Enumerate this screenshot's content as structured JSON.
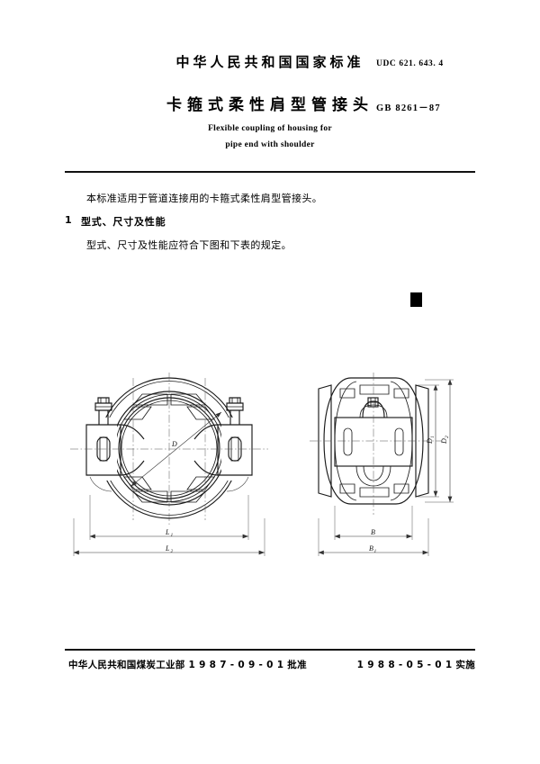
{
  "header": {
    "organization": "中华人民共和国国家标准",
    "title_cn": "卡箍式柔性肩型管接头",
    "udc": "UDC 621. 643. 4",
    "standard_code": "GB 8261－87",
    "subtitle_en_line1": "Flexible coupling of housing for",
    "subtitle_en_line2": "pipe end with shoulder"
  },
  "body": {
    "scope": "本标准适用于管道连接用的卡箍式柔性肩型管接头。",
    "clause_number": "1",
    "clause_title": "型式、尺寸及性能",
    "clause_text": "型式、尺寸及性能应符合下图和下表的规定。"
  },
  "figures": {
    "front_view": {
      "name": "卡箍式柔性肩型管接头正视图",
      "labels": {
        "diameter": "D",
        "length_inner": "L",
        "length_outer": "L",
        "length_inner_sub": "1",
        "length_outer_sub": "2"
      }
    },
    "side_view": {
      "name": "卡箍式柔性肩型管接头侧视图",
      "labels": {
        "width_inner": "B",
        "width_outer": "B",
        "width_outer_sub": "1",
        "diameter_1": "D",
        "diameter_1_sub": "1",
        "diameter_2": "D",
        "diameter_2_sub": "2"
      }
    }
  },
  "footer": {
    "issuer": "中华人民共和国煤炭工业部 1 9 8 7 - 0 9 - 0 1 批准",
    "effective": "1 9 8 8 - 0 5 - 0 1 实施"
  }
}
